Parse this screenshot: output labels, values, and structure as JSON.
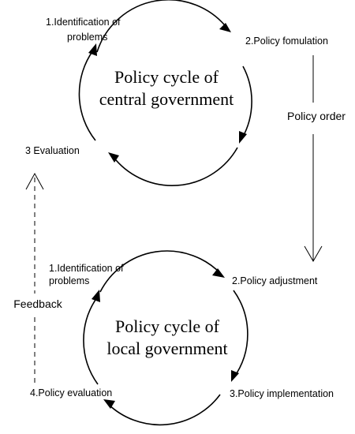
{
  "central_cycle": {
    "title_line1": "Policy cycle of",
    "title_line2": "central government",
    "step1_line1": "1.Identification of",
    "step1_line2": "problems",
    "step2": "2.Policy fomulation",
    "step3": "3 Evaluation"
  },
  "connector": {
    "policy_order": "Policy order",
    "feedback": "Feedback"
  },
  "local_cycle": {
    "title_line1": "Policy cycle of",
    "title_line2": "local government",
    "step1_line1": "1.Identification of",
    "step1_line2": "problems",
    "step2": "2.Policy adjustment",
    "step3": "3.Policy implementation",
    "step4": "4.Policy evaluation"
  }
}
